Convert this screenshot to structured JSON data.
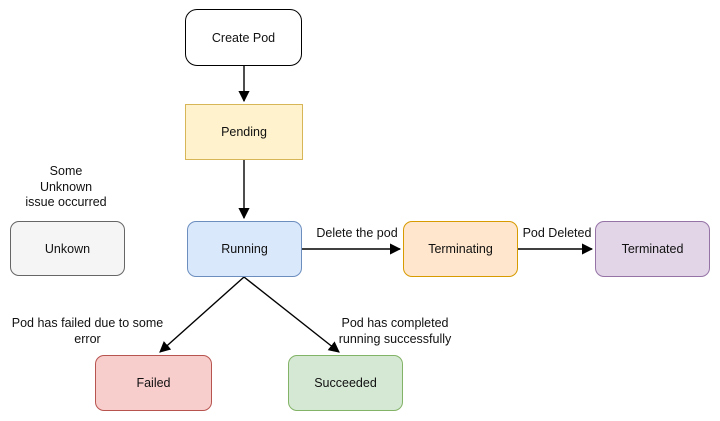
{
  "diagram": {
    "type": "flowchart",
    "subject": "Pod lifecycle state diagram",
    "nodes": {
      "create_pod": {
        "label": "Create Pod",
        "fill": "#FFFFFF",
        "border": "#000000",
        "shape": "rounded-rect"
      },
      "pending": {
        "label": "Pending",
        "fill": "#FFF2CC",
        "border": "#D6B656",
        "shape": "rect"
      },
      "running": {
        "label": "Running",
        "fill": "#DAE8FC",
        "border": "#6C8EBF",
        "shape": "rounded-rect"
      },
      "unknown": {
        "label": "Unkown",
        "fill": "#F5F5F5",
        "border": "#666666",
        "shape": "rounded-rect"
      },
      "terminating": {
        "label": "Terminating",
        "fill": "#FFE6CC",
        "border": "#D79B00",
        "shape": "rounded-rect"
      },
      "terminated": {
        "label": "Terminated",
        "fill": "#E1D5E7",
        "border": "#9673A6",
        "shape": "rounded-rect"
      },
      "failed": {
        "label": "Failed",
        "fill": "#F8CECC",
        "border": "#B85450",
        "shape": "rounded-rect"
      },
      "succeeded": {
        "label": "Succeeded",
        "fill": "#D5E8D4",
        "border": "#82B366",
        "shape": "rounded-rect"
      }
    },
    "edges": [
      {
        "from": "create_pod",
        "to": "pending",
        "label": ""
      },
      {
        "from": "pending",
        "to": "running",
        "label": ""
      },
      {
        "from": "running",
        "to": "terminating",
        "label": "Delete the pod"
      },
      {
        "from": "terminating",
        "to": "terminated",
        "label": "Pod Deleted"
      },
      {
        "from": "running",
        "to": "failed",
        "label": ""
      },
      {
        "from": "running",
        "to": "succeeded",
        "label": ""
      }
    ],
    "edge_labels": {
      "delete_the_pod": "Delete the pod",
      "pod_deleted": "Pod Deleted"
    },
    "annotations": {
      "unknown_note": "Some\nUnknown\nissue occurred",
      "failed_note": "Pod has failed due to some\nerror",
      "succeeded_note": "Pod has completed\nrunning successfully"
    },
    "edge_color": "#000000",
    "background": "#FFFFFF"
  }
}
